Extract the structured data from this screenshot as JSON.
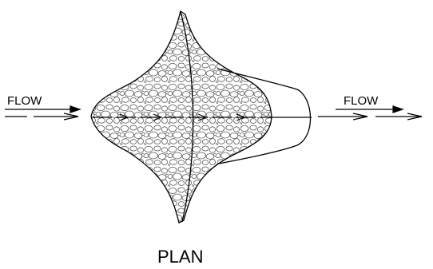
{
  "labels": {
    "flow_left": "FLOW",
    "flow_right": "FLOW",
    "plan": "PLAN"
  },
  "colors": {
    "stroke": "#000000",
    "background": "#ffffff",
    "stone_fill": "#ffffff",
    "stone_stroke": "#555555"
  }
}
